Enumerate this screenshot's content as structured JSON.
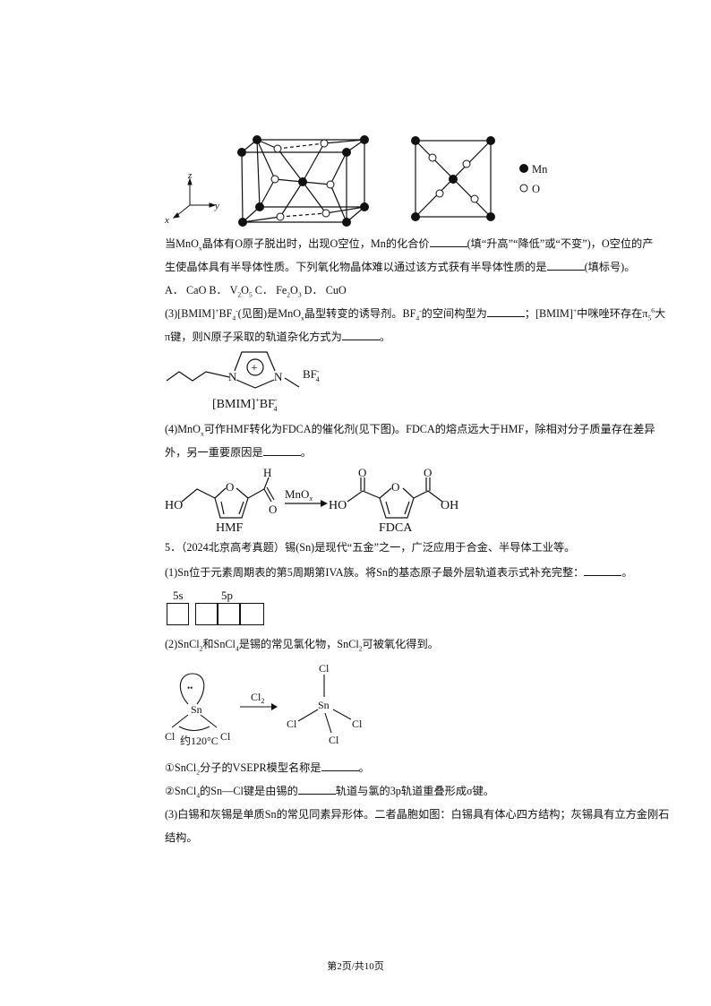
{
  "figure1": {
    "axis_x": "x",
    "axis_y": "y",
    "axis_z": "z",
    "legend_mn": "Mn",
    "legend_o": "O"
  },
  "lines": [
    [
      "当MnO",
      {
        "sub": "x"
      },
      "晶体有O原子脱出时，出现O空位，Mn的化合价",
      {
        "blank": true
      },
      "(填“升高”“降低”或“不变”)，O空位的产"
    ],
    [
      "生使晶体具有半导体性质。下列氧化物晶体难以通过该方式获有半导体性质的是",
      {
        "blank": true
      },
      "(填标号)。"
    ],
    [
      "A．  CaO        B．  V",
      {
        "sub": "2"
      },
      "O",
      {
        "sub": "5"
      },
      "        C．  Fe",
      {
        "sub": "2"
      },
      "O",
      {
        "sub": "3"
      },
      "        D．  CuO"
    ],
    [
      "(3)[BMIM]",
      {
        "sup": "+"
      },
      "BF",
      {
        "sub": "4"
      },
      {
        "sup": "-"
      },
      "(见图)是MnO",
      {
        "sub": "x"
      },
      "晶型转变的诱导剂。BF",
      {
        "sub": "4"
      },
      {
        "sup": "-"
      },
      "的空间构型为",
      {
        "blank": true
      },
      "；[BMIM]",
      {
        "sup": "+"
      },
      "中咪唑环存在π",
      {
        "sub": "5"
      },
      {
        "sup": "6"
      },
      "大"
    ],
    [
      "π键，则N原子采取的轨道杂化方式为",
      {
        "blank": true
      },
      "。"
    ],
    [
      "(4)MnO",
      {
        "sub": "x"
      },
      "可作HMF转化为FDCA的催化剂(见下图)。FDCA的熔点远大于HMF，除相对分子质量存在差异"
    ],
    [
      "外，另一重要原因是",
      {
        "blank": true
      },
      "。"
    ],
    [
      "5．（2024北京高考真题）锡(Sn)是现代“五金”之一，广泛应用于合金、半导体工业等。"
    ],
    [
      "(1)Sn位于元素周期表的第5周期第IVA族。将Sn的基态原子最外层轨道表示式补充完整：",
      {
        "blank": true
      },
      "。"
    ],
    [
      "(2)SnCl",
      {
        "sub": "2"
      },
      "和SnCl",
      {
        "sub": "4"
      },
      "是锡的常见氯化物，SnCl",
      {
        "sub": "2"
      },
      "可被氧化得到。"
    ],
    [
      "①SnCl",
      {
        "sub": "2"
      },
      "分子的VSEPR模型名称是",
      {
        "blank": true
      },
      "。"
    ],
    [
      "②SnCl",
      {
        "sub": "4"
      },
      "的Sn—Cl键是由锡的",
      {
        "blank": true
      },
      "轨道与氯的3p轨道重叠形成σ键。"
    ],
    [
      "(3)白锡和灰锡是单质Sn的常见同素异形体。二者晶胞如图：白锡具有体心四方结构；灰锡具有立方金刚石"
    ],
    [
      "结构。"
    ]
  ],
  "bmim": {
    "cation_charge": "+",
    "n_left": "N",
    "n_right": "N",
    "anion": "BF",
    "anion_sub": "4",
    "anion_sup": "-",
    "caption": "[BMIM]",
    "caption_sup": "+",
    "caption_anion": "BF",
    "caption_sub": "4",
    "caption_sup2": "-"
  },
  "hmf": {
    "ho_left": "HO",
    "ring_o": "O",
    "h": "H",
    "o_ald": "O",
    "label": "HMF",
    "catalyst": "MnO",
    "catalyst_sub": "x",
    "fdca_ho": "HO",
    "fdca_o1": "O",
    "fdca_ring_o": "O",
    "fdca_o2": "O",
    "fdca_oh": "OH",
    "fdca_label": "FDCA"
  },
  "orbital": {
    "label_5s": "5s",
    "label_5p": "5p"
  },
  "sncl": {
    "lone_pair": "••",
    "sn": "Sn",
    "cl_left": "Cl",
    "cl_right": "Cl",
    "angle": "约120°C",
    "reagent": "Cl",
    "reagent_sub": "2",
    "sn4": "Sn",
    "cl_top": "Cl",
    "cl_l": "Cl",
    "cl_r": "Cl",
    "cl_b": "Cl"
  },
  "footer": "第2页/共10页"
}
